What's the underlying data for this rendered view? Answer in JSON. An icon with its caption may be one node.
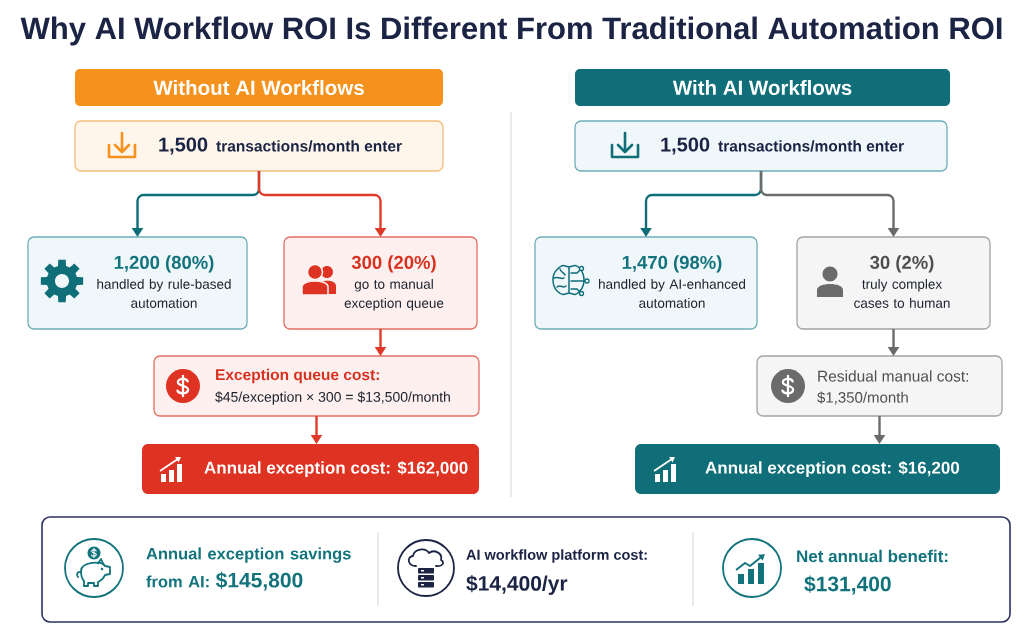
{
  "diagram": {
    "title": "Why AI Workflow ROI Is Different From Traditional Automation ROI",
    "nodes": [
      {
        "text": [
          "Without AI Workflows"
        ]
      },
      {
        "text": [
          "1,500",
          "transactions/month enter"
        ]
      },
      {
        "text": [
          "1,200 (80%)",
          "handled by rule-based automation"
        ]
      },
      {
        "text": [
          "300 (20%)",
          "go to manual exception queue"
        ]
      },
      {
        "text": [
          "Exception queue cost:",
          "$45/exception × 300 = $13,500/month"
        ]
      },
      {
        "text": [
          "Annual exception cost: $162,000"
        ]
      },
      {
        "text": [
          "With AI Workflows"
        ]
      },
      {
        "text": [
          "1,500",
          "transactions/month enter"
        ]
      },
      {
        "text": [
          "1,470 (98%)",
          "handled by AI-enhanced automation"
        ]
      },
      {
        "text": [
          "30 (2%)",
          "truly complex cases to human"
        ]
      },
      {
        "text": [
          "Residual manual cost:",
          "$1,350/month"
        ]
      },
      {
        "text": [
          "Annual exception cost: $16,200"
        ]
      },
      {
        "text": [
          "Annual exception savings from AI:",
          "$145,800",
          "AI workflow platform cost:",
          "$14,400/yr",
          "Net annual benefit:",
          "$131,400"
        ]
      }
    ],
    "edges": [
      {
        "from": 1,
        "to": 2,
        "arrow": "to",
        "color": "#0f6e78"
      },
      {
        "from": 1,
        "to": 3,
        "arrow": "to"
      },
      {
        "from": 3,
        "to": 4,
        "arrow": "to"
      },
      {
        "from": 4,
        "to": 5,
        "arrow": "to"
      },
      {
        "from": 7,
        "to": 8,
        "arrow": "to",
        "color": "#0f6e78"
      },
      {
        "from": 7,
        "to": 9,
        "arrow": "to",
        "color": "#6b6b6b"
      },
      {
        "from": 9,
        "to": 10,
        "arrow": "to",
        "color": "#6b6b6b"
      },
      {
        "from": 10,
        "to": 11,
        "arrow": "to",
        "color": "#6b6b6b"
      }
    ]
  }
}
